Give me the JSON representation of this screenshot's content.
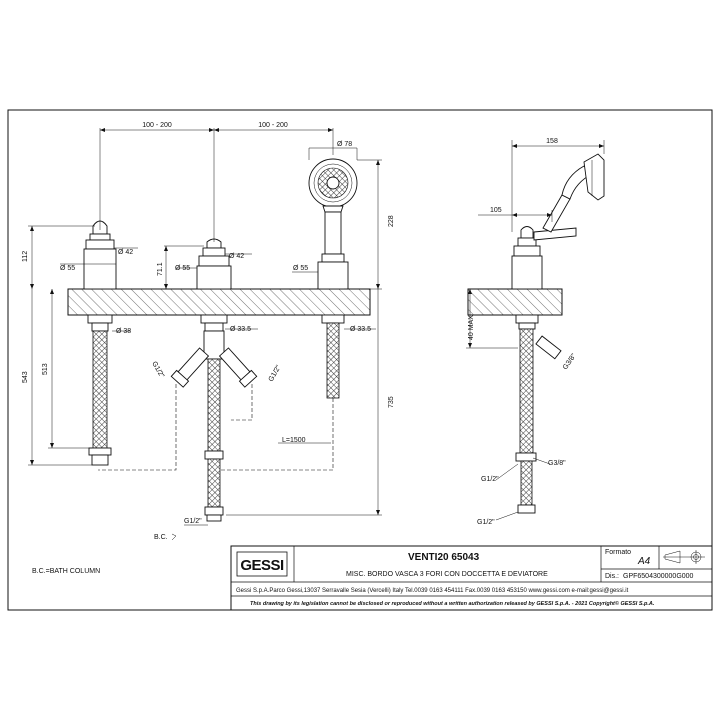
{
  "dimensions": {
    "spacing_left": "100 - 200",
    "spacing_right": "100 - 200",
    "d78": "Ø 78",
    "d228": "228",
    "d158": "158",
    "d105": "105",
    "d112": "112",
    "d55_a": "Ø 55",
    "d42_a": "Ø 42",
    "d71": "71.1",
    "d55_b": "Ø 55",
    "d42_b": "Ø 42",
    "d55_c": "Ø 55",
    "d38": "Ø 38",
    "d33_a": "Ø 33.5",
    "d33_b": "Ø 33.5",
    "d543": "543",
    "d513": "513",
    "g12_l": "G1/2\"",
    "g12_r": "G1/2\"",
    "d735": "735",
    "l1500": "L=1500",
    "g12_bottom": "G1/2\"",
    "bc_marker": "B.C.",
    "d40max": "40 MAX",
    "g38_a": "G3/8\"",
    "g38_b": "G3/8\"",
    "g12_side_a": "G1/2\"",
    "g12_side_b": "G1/2\""
  },
  "legend": {
    "bc_note": "B.C.=BATH COLUMN"
  },
  "title_block": {
    "logo": "GESSI",
    "product": "VENTI20 65043",
    "description": "MISC. BORDO VASCA 3 FORI CON DOCCETTA E DEVIATORE",
    "format_label": "Formato",
    "format_value": "A4",
    "dis_label": "Dis.:",
    "dis_value": "GPF6504300000G000",
    "address": "Gessi S.p.A.Parco Gessi,13037 Serravalle Sesia (Vercelli) Italy Tel.0039 0163 454111 Fax.0039 0163 453150 www.gessi.com e-mail:gessi@gessi.it",
    "disclaimer": "This drawing by its legislation cannot be disclosed or reproduced without a written authorization released by GESSI S.p.A. - 2021 Copyright© GESSI S.p.A."
  }
}
